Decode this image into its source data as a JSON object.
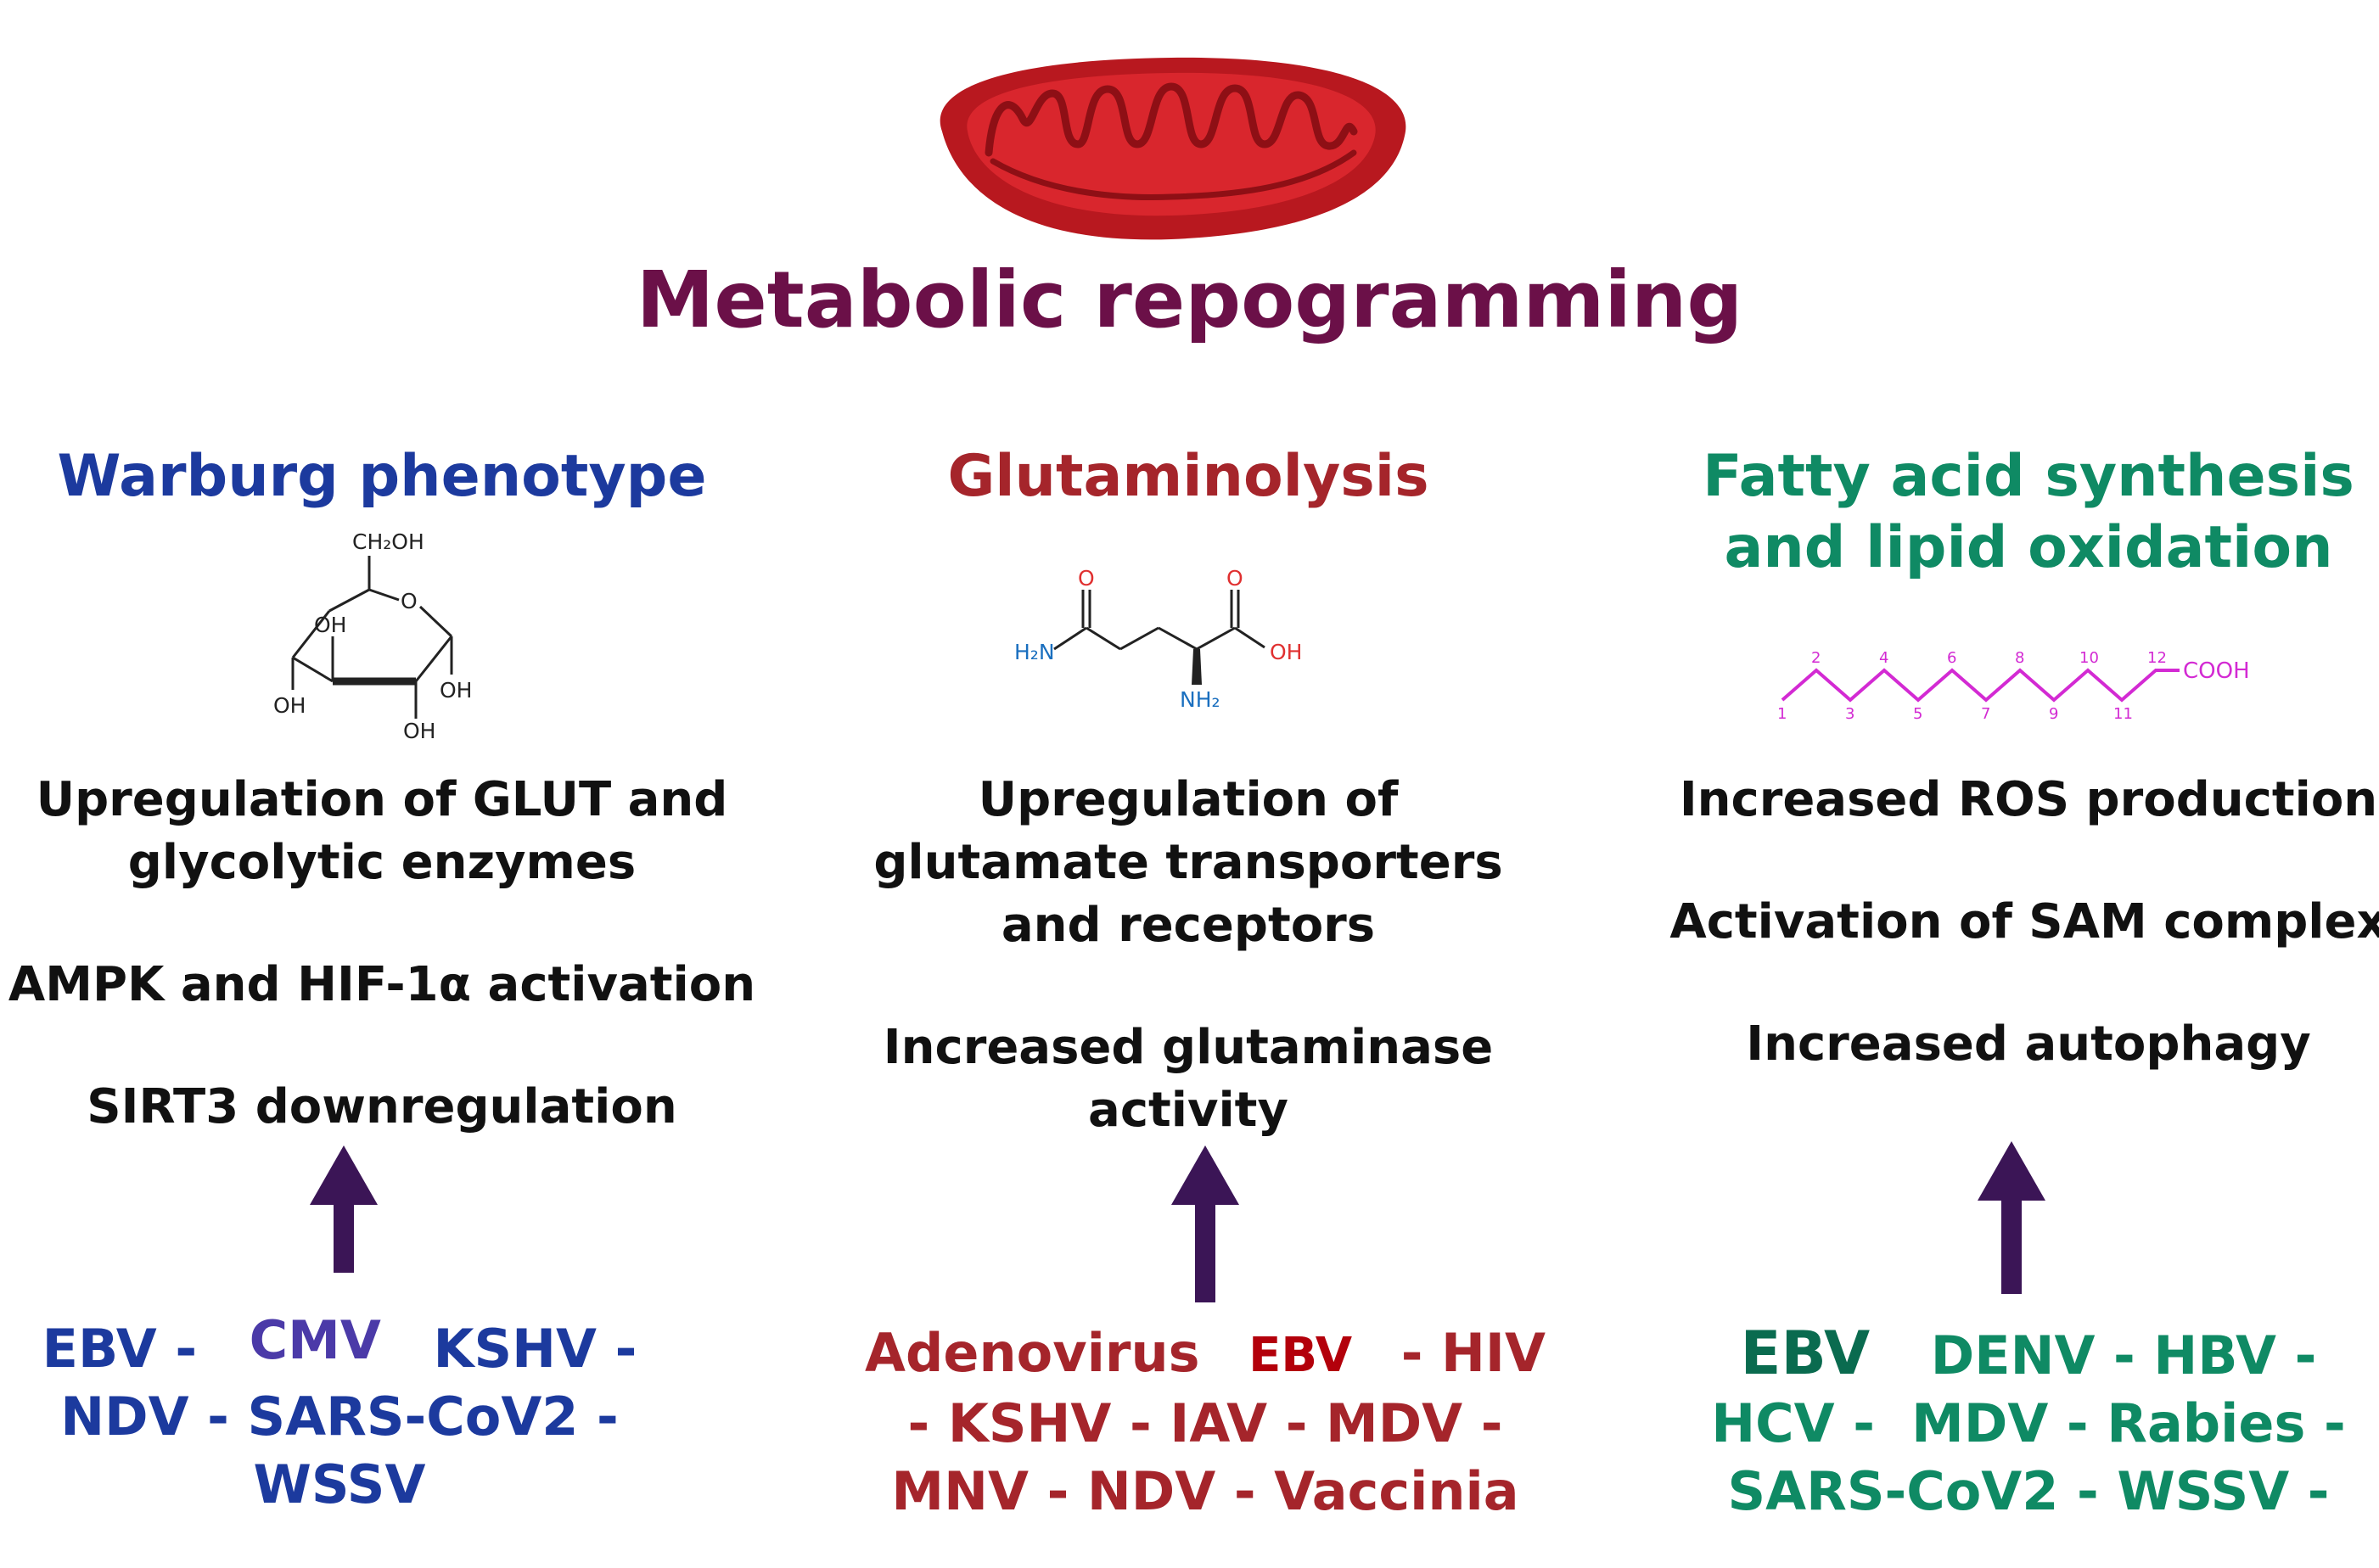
{
  "title": "Metabolic repogramming",
  "colors": {
    "title": "#6b1048",
    "warburg": "#1c3a9e",
    "warburg_cmv": "#4b3aa8",
    "glutamine": "#a5252b",
    "glutamine_ebv": "#b3000b",
    "fatty": "#0f8a64",
    "fatty_ebv": "#0a6b4f",
    "arrow": "#3b1556",
    "mito": "#c81e26"
  },
  "columns": {
    "warburg": {
      "heading": "Warburg phenotype",
      "molecule": {
        "ch2oh": "CH₂OH",
        "o": "O",
        "oh_inner": "OH",
        "oh_left": "OH",
        "oh_right": "OH",
        "oh_bottom": "OH"
      },
      "statements": [
        "Upregulation of GLUT and",
        "glycolytic enzymes",
        "AMPK and HIF-1α activation",
        "SIRT3 downregulation"
      ],
      "viruses": {
        "line1": {
          "a": "EBV -",
          "b": "CMV",
          "c": "KSHV -"
        },
        "line2": "NDV - SARS-CoV2 -",
        "line3": "WSSV"
      }
    },
    "glutamine": {
      "heading": "Glutaminolysis",
      "molecule": {
        "o_left": "O",
        "o_right": "O",
        "h2n": "H₂N",
        "oh": "OH",
        "nh2": "NH₂"
      },
      "statements": [
        "Upregulation of",
        "glutamate transporters",
        "and receptors",
        "Increased glutaminase",
        "activity"
      ],
      "viruses": {
        "line1": {
          "a": "Adenovirus",
          "b": "EBV",
          "c": "- HIV"
        },
        "line2": "- KSHV - IAV - MDV -",
        "line3": "MNV - NDV - Vaccinia"
      }
    },
    "fatty": {
      "heading_line1": "Fatty acid synthesis",
      "heading_line2": "and lipid oxidation",
      "molecule": {
        "cooh": "COOH",
        "numbers": [
          "1",
          "2",
          "3",
          "4",
          "5",
          "6",
          "7",
          "8",
          "9",
          "10",
          "11",
          "12"
        ]
      },
      "statements": [
        "Increased ROS production",
        "Activation of SAM complex",
        "Increased autophagy"
      ],
      "viruses": {
        "line1": {
          "a": "EBV",
          "b": "DENV - HBV -"
        },
        "line2": "HCV -  MDV - Rabies -",
        "line3": "SARS-CoV2 - WSSV -"
      }
    }
  }
}
